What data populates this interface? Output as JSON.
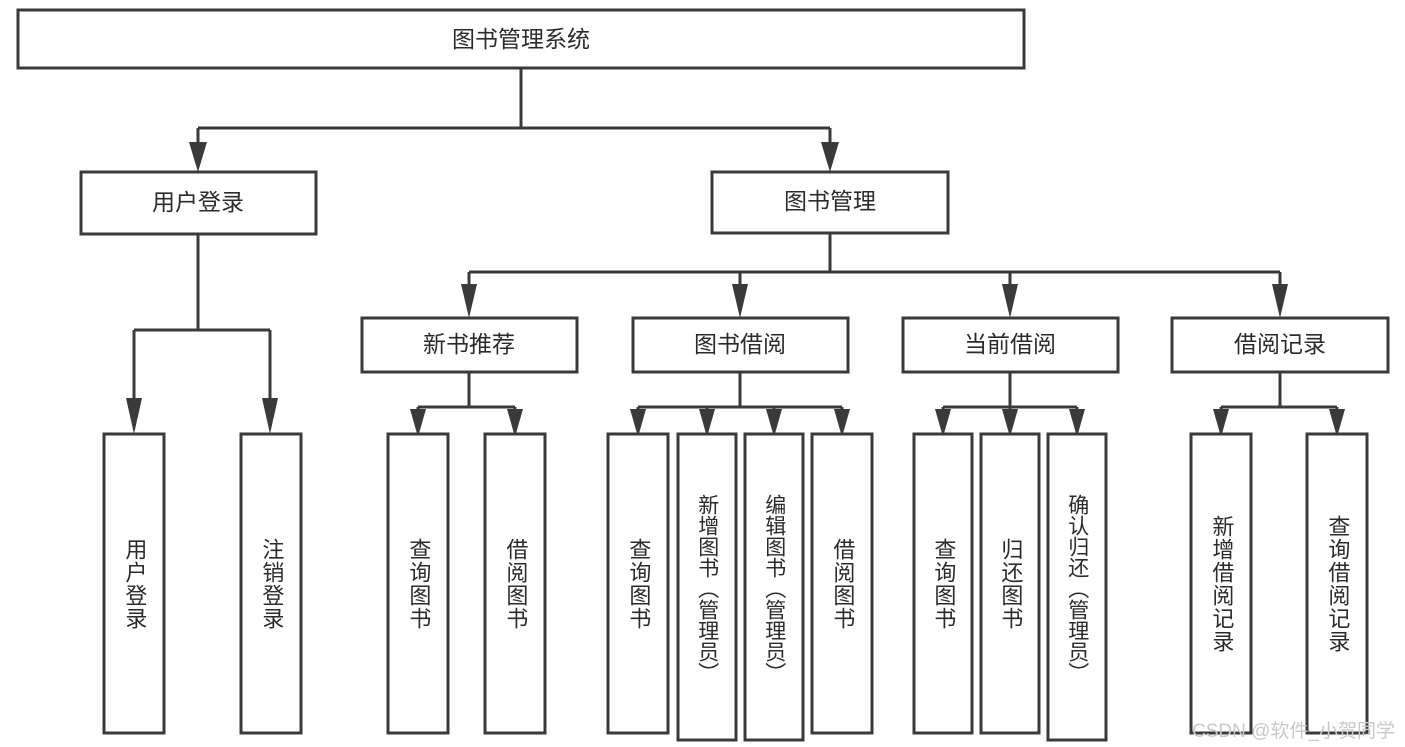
{
  "diagram": {
    "title_node": {
      "label": "图书管理系统"
    },
    "level2": [
      {
        "id": "user-login",
        "label": "用户登录"
      },
      {
        "id": "book-manage",
        "label": "图书管理"
      }
    ],
    "level3": [
      {
        "id": "new-book-recommend",
        "label": "新书推荐"
      },
      {
        "id": "book-borrow",
        "label": "图书借阅"
      },
      {
        "id": "current-borrow",
        "label": "当前借阅"
      },
      {
        "id": "borrow-record",
        "label": "借阅记录"
      }
    ],
    "leaves": {
      "user_login": [
        {
          "id": "leaf-user-login",
          "label": "用户登录"
        },
        {
          "id": "leaf-logout-login",
          "label": "注销登录"
        }
      ],
      "new_book_recommend": [
        {
          "id": "leaf-query-book-1",
          "label": "查询图书"
        },
        {
          "id": "leaf-borrow-book-1",
          "label": "借阅图书"
        }
      ],
      "book_borrow": [
        {
          "id": "leaf-query-book-2",
          "label": "查询图书"
        },
        {
          "id": "leaf-add-book",
          "label": "新增图书（管理员）"
        },
        {
          "id": "leaf-edit-book",
          "label": "编辑图书（管理员）"
        },
        {
          "id": "leaf-borrow-book-2",
          "label": "借阅图书"
        }
      ],
      "current_borrow": [
        {
          "id": "leaf-query-book-3",
          "label": "查询图书"
        },
        {
          "id": "leaf-return-book",
          "label": "归还图书"
        },
        {
          "id": "leaf-confirm-return",
          "label": "确认归还（管理员）"
        }
      ],
      "borrow_record": [
        {
          "id": "leaf-add-record",
          "label": "新增借阅记录"
        },
        {
          "id": "leaf-query-record",
          "label": "查询借阅记录"
        }
      ]
    }
  },
  "watermark": {
    "text": "CSDN @软件_小贺同学"
  },
  "colors": {
    "box_stroke": "#3a3a3a",
    "box_fill": "#ffffff",
    "text": "#2b2b2b",
    "watermark": "#c9c9c9",
    "background": "#ffffff"
  }
}
